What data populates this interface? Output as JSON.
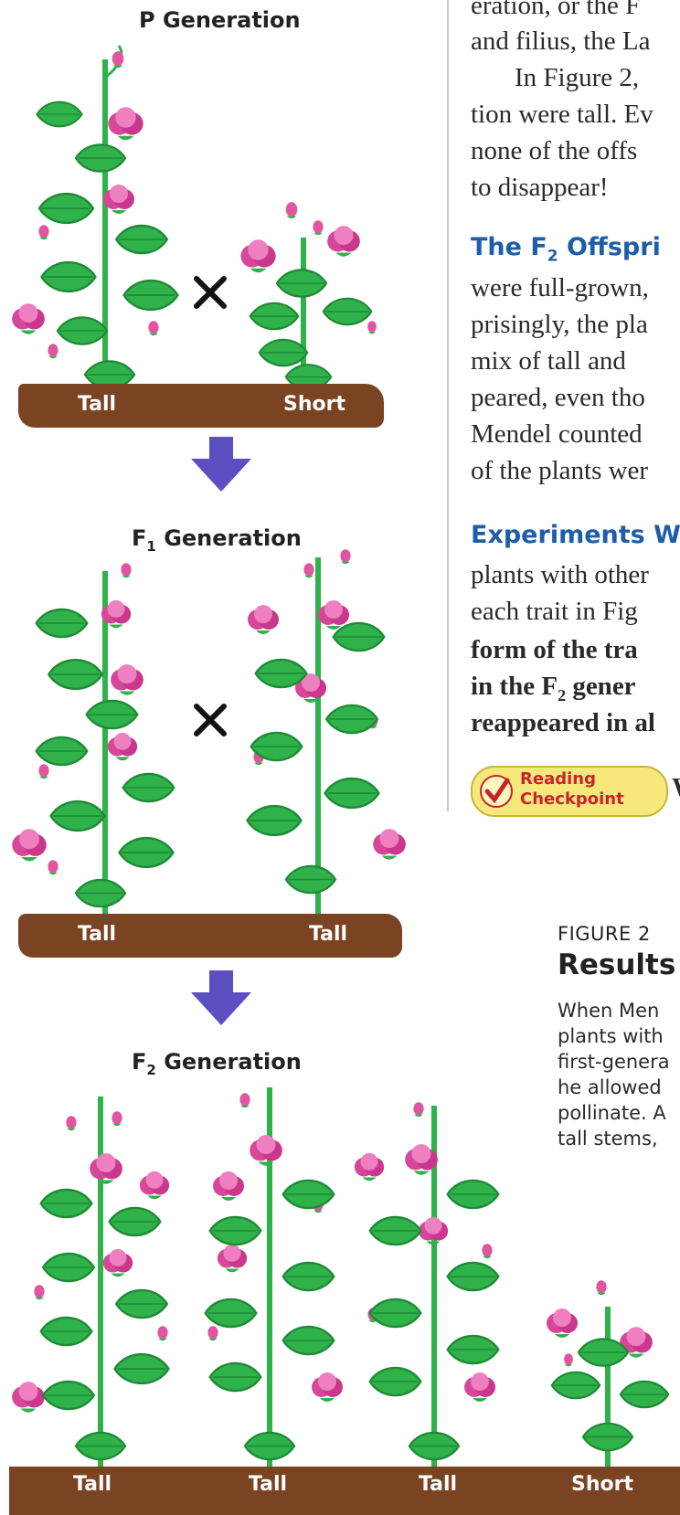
{
  "p_generation": {
    "title": "P Generation",
    "left_label": "Tall",
    "right_label": "Short"
  },
  "f1_generation": {
    "title_prefix": "F",
    "title_sub": "1",
    "title_suffix": " Generation",
    "left_label": "Tall",
    "right_label": "Tall"
  },
  "f2_generation": {
    "title_prefix": "F",
    "title_sub": "2",
    "title_suffix": " Generation",
    "labels": [
      "Tall",
      "Tall",
      "Tall",
      "Short"
    ]
  },
  "text_column": {
    "lines_top": [
      "eration, or the F",
      "and filius, the La",
      "In Figure 2,",
      "tion were tall. Ev",
      "none of the offs",
      "to disappear!"
    ],
    "heading_f2_prefix": "The F",
    "heading_f2_sub": "2",
    "heading_f2_suffix": " Offspri",
    "lines_f2": [
      "were full-grown,",
      "prisingly, the pla",
      "mix of tall and",
      "peared, even tho",
      "Mendel counted",
      "of the plants wer"
    ],
    "heading_exp": "Experiments W",
    "lines_exp": [
      "plants with other",
      "each trait in Fig"
    ],
    "bold_lines": [
      "form of the tra",
      "in the F",
      "reappeared in al"
    ],
    "bold_sub": "2",
    "bold_suffix": " gener",
    "checkpoint_line1": "Reading",
    "checkpoint_line2": "Checkpoint",
    "checkpoint_after": "W"
  },
  "figure": {
    "label": "FIGURE 2",
    "title": "Results",
    "caption_lines": [
      "When Men",
      "plants with",
      "first-genera",
      "he allowed",
      "pollinate. A",
      "tall stems,"
    ]
  },
  "colors": {
    "leaf": "#2fb24a",
    "leaf_dark": "#1e8a36",
    "flower": "#d6479a",
    "flower_light": "#ee7fc0",
    "soil": "#7a4322",
    "arrow": "#5c4fc2",
    "heading_blue": "#1e5ea8",
    "checkpoint_yellow": "#f6e87a",
    "checkpoint_red": "#c8232c"
  }
}
